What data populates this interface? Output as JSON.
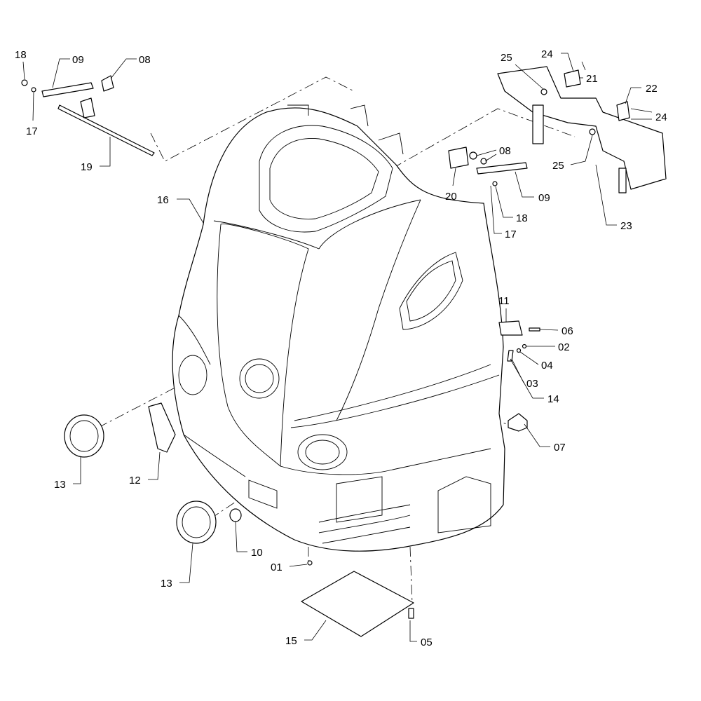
{
  "diagram": {
    "type": "exploded-parts-view",
    "line_color": "#000000",
    "background": "#ffffff"
  },
  "labels": [
    "18",
    "09",
    "08",
    "17",
    "19",
    "16",
    "25",
    "24",
    "21",
    "22",
    "24",
    "25",
    "08",
    "20",
    "09",
    "18",
    "17",
    "23",
    "11",
    "06",
    "02",
    "04",
    "03",
    "14",
    "07",
    "13",
    "12",
    "13",
    "10",
    "01",
    "15",
    "05"
  ]
}
